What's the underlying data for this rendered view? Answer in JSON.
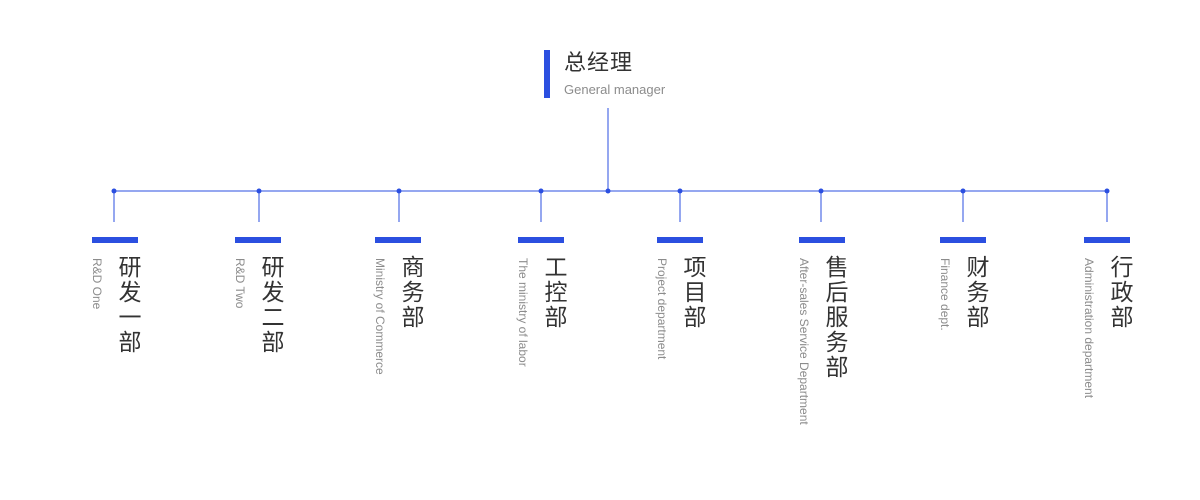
{
  "root": {
    "title": "总经理",
    "subtitle": "General manager"
  },
  "departments": [
    {
      "zh": "研发一部",
      "en": "R&D  One"
    },
    {
      "zh": "研发二部",
      "en": "R&D  Two"
    },
    {
      "zh": "商务部",
      "en": "Ministry of Commerce"
    },
    {
      "zh": "工控部",
      "en": "The ministry of labor"
    },
    {
      "zh": "项目部",
      "en": "Project department"
    },
    {
      "zh": "售后服务部",
      "en": "After-sales Service Department"
    },
    {
      "zh": "财务部",
      "en": "Finance dept."
    },
    {
      "zh": "行政部",
      "en": "Administration department"
    }
  ],
  "colors": {
    "accent": "#2b4fe0",
    "text": "#333333",
    "subtext": "#8c8c8c"
  }
}
